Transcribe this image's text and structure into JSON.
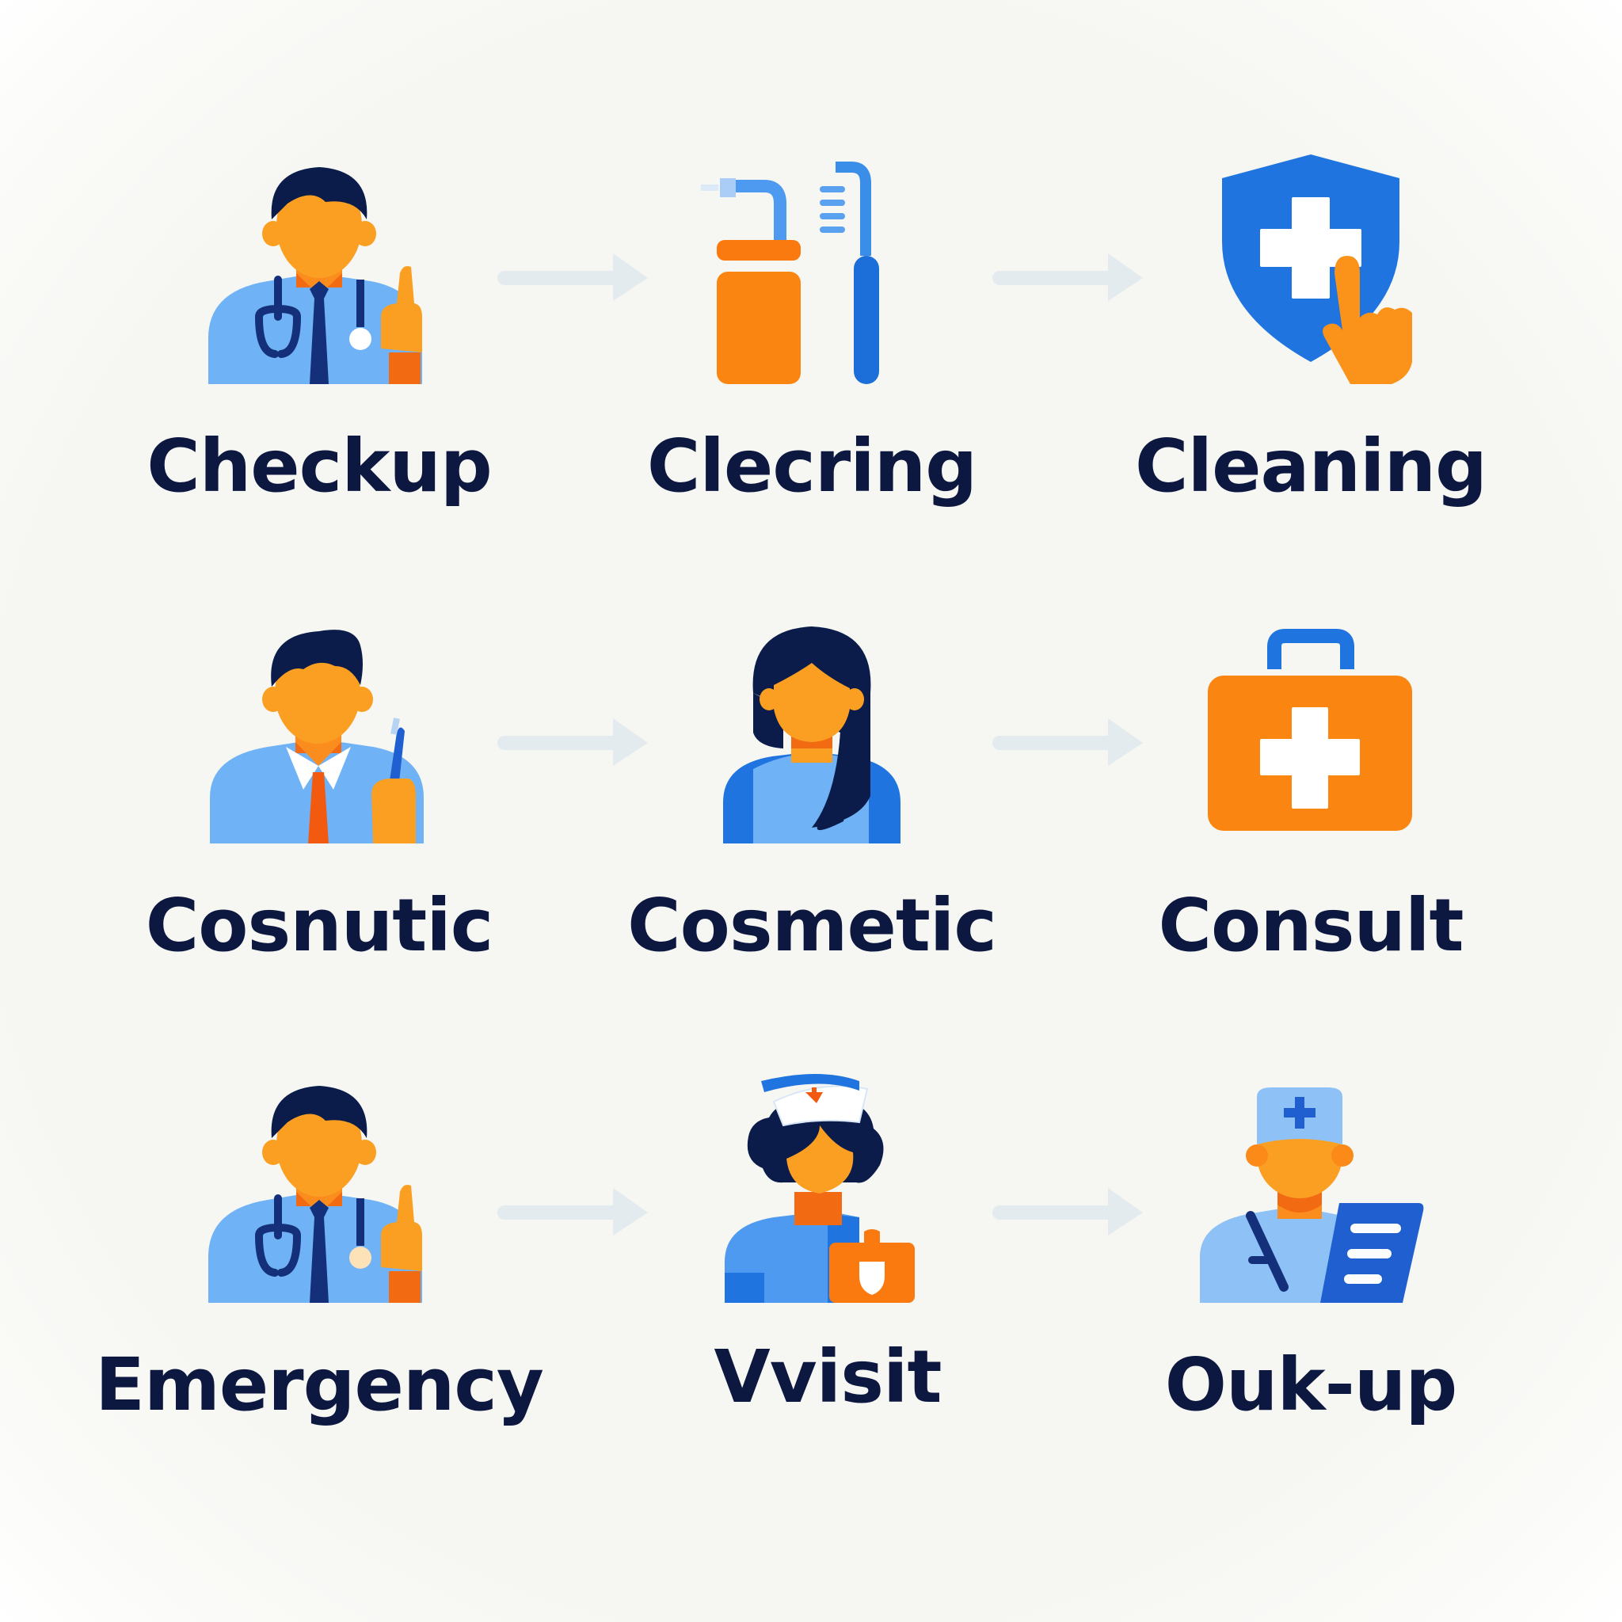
{
  "colors": {
    "background": "#f6f6f2",
    "label_text": "#0d1840",
    "arrow": "#e4ebef",
    "orange": "#fb8c1e",
    "orange_dark": "#f26a12",
    "blue": "#1f74e0",
    "blue_light": "#6fb2f5",
    "navy": "#0b1c4a",
    "white": "#ffffff"
  },
  "grid": {
    "rows": [
      {
        "items": [
          {
            "label": "Checkup",
            "icon": "doctor-thumbs-up-icon"
          },
          {
            "label": "Clecring",
            "icon": "water-flosser-toothbrush-icon"
          },
          {
            "label": "Cleaning",
            "icon": "shield-plus-hand-icon"
          }
        ]
      },
      {
        "items": [
          {
            "label": "Cosnutic",
            "icon": "man-holding-toothbrush-icon"
          },
          {
            "label": "Cosmetic",
            "icon": "woman-avatar-icon"
          },
          {
            "label": "Consult",
            "icon": "medical-kit-icon"
          }
        ]
      },
      {
        "items": [
          {
            "label": "Emergency",
            "icon": "doctor-thumbs-up-icon"
          },
          {
            "label": "Vvisit",
            "icon": "nurse-with-kit-icon"
          },
          {
            "label": "Ouk-up",
            "icon": "doctor-with-clipboard-icon"
          }
        ]
      }
    ],
    "arrows": [
      "arrow-right-icon",
      "arrow-right-icon"
    ]
  }
}
